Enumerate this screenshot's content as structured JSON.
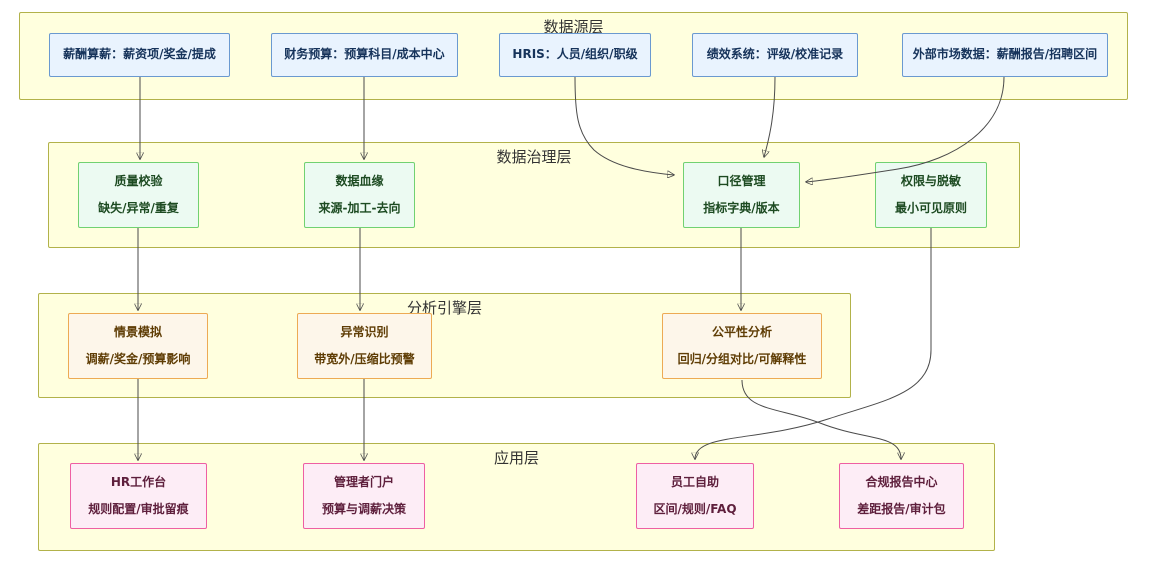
{
  "diagram": {
    "layers": [
      {
        "title": "数据源层",
        "nodes": [
          {
            "label": "薪酬算薪：薪资项/奖金/提成"
          },
          {
            "label": "财务预算：预算科目/成本中心"
          },
          {
            "label": "HRIS：人员/组织/职级"
          },
          {
            "label": "绩效系统：评级/校准记录"
          },
          {
            "label": "外部市场数据：薪酬报告/招聘区间"
          }
        ]
      },
      {
        "title": "数据治理层",
        "nodes": [
          {
            "title": "质量校验",
            "subtitle": "缺失/异常/重复"
          },
          {
            "title": "数据血缘",
            "subtitle": "来源-加工-去向"
          },
          {
            "title": "口径管理",
            "subtitle": "指标字典/版本"
          },
          {
            "title": "权限与脱敏",
            "subtitle": "最小可见原则"
          }
        ]
      },
      {
        "title": "分析引擎层",
        "nodes": [
          {
            "title": "情景模拟",
            "subtitle": "调薪/奖金/预算影响"
          },
          {
            "title": "异常识别",
            "subtitle": "带宽外/压缩比预警"
          },
          {
            "title": "公平性分析",
            "subtitle": "回归/分组对比/可解释性"
          }
        ]
      },
      {
        "title": "应用层",
        "nodes": [
          {
            "title": "HR工作台",
            "subtitle": "规则配置/审批留痕"
          },
          {
            "title": "管理者门户",
            "subtitle": "预算与调薪决策"
          },
          {
            "title": "员工自助",
            "subtitle": "区间/规则/FAQ"
          },
          {
            "title": "合规报告中心",
            "subtitle": "差距报告/审计包"
          }
        ]
      }
    ],
    "edges": [
      {
        "from": "薪酬算薪",
        "to": "质量校验"
      },
      {
        "from": "财务预算",
        "to": "数据血缘"
      },
      {
        "from": "HRIS",
        "to": "口径管理"
      },
      {
        "from": "绩效系统",
        "to": "口径管理"
      },
      {
        "from": "外部市场数据",
        "to": "口径管理"
      },
      {
        "from": "质量校验",
        "to": "情景模拟"
      },
      {
        "from": "数据血缘",
        "to": "异常识别"
      },
      {
        "from": "口径管理",
        "to": "公平性分析"
      },
      {
        "from": "权限与脱敏",
        "to": "员工自助"
      },
      {
        "from": "情景模拟",
        "to": "HR工作台"
      },
      {
        "from": "异常识别",
        "to": "管理者门户"
      },
      {
        "from": "公平性分析",
        "to": "合规报告中心"
      }
    ],
    "colors": {
      "layer_fill": "#ffffde",
      "layer_border": "#b2b24a",
      "layer_title_text": "#333333",
      "source_fill": "#e9f3fe",
      "source_border": "#6a99d0",
      "source_text": "#16335b",
      "governance_fill": "#ecfaf2",
      "governance_border": "#71d171",
      "governance_text": "#1c4a21",
      "engine_fill": "#fdf6ea",
      "engine_border": "#edaa54",
      "engine_text": "#5f3d05",
      "application_fill": "#fdedf6",
      "application_border": "#ee5fa3",
      "application_text": "#5e1f3c",
      "edge_stroke": "#4a4a4a"
    }
  }
}
